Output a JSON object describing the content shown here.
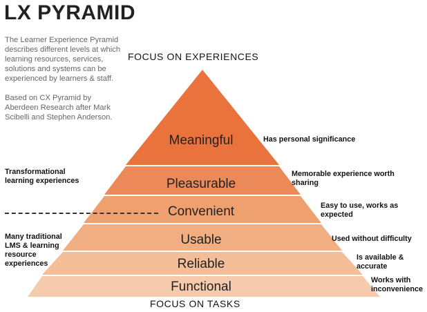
{
  "title": "LX PYRAMID",
  "intro": {
    "description": "The Learner Experience Pyramid describes different levels at which learning resources, services, solutions and systems can be experienced by learners & staff.",
    "attribution": "Based on CX Pyramid by Aberdeen Research after Mark Scibelli and Stephen Anderson."
  },
  "focus_top": "FOCUS ON EXPERIENCES",
  "focus_bottom": "FOCUS ON TASKS",
  "tiers": [
    {
      "label": "Meaningful",
      "note": "Has personal significance",
      "color": "#E9723D"
    },
    {
      "label": "Pleasurable",
      "note": "Memorable experience worth sharing",
      "color": "#EC8958"
    },
    {
      "label": "Convenient",
      "note": "Easy to use, works as expected",
      "color": "#EFA06F"
    },
    {
      "label": "Usable",
      "note": "Used without difficulty",
      "color": "#F1AE83"
    },
    {
      "label": "Reliable",
      "note": "Is available & accurate",
      "color": "#F4BE99"
    },
    {
      "label": "Functional",
      "note": "Works with inconvenience",
      "color": "#F6CBAD"
    }
  ],
  "left_notes": {
    "top": "Transformational learning experiences",
    "bottom": "Many traditional LMS & learning resource experiences"
  }
}
